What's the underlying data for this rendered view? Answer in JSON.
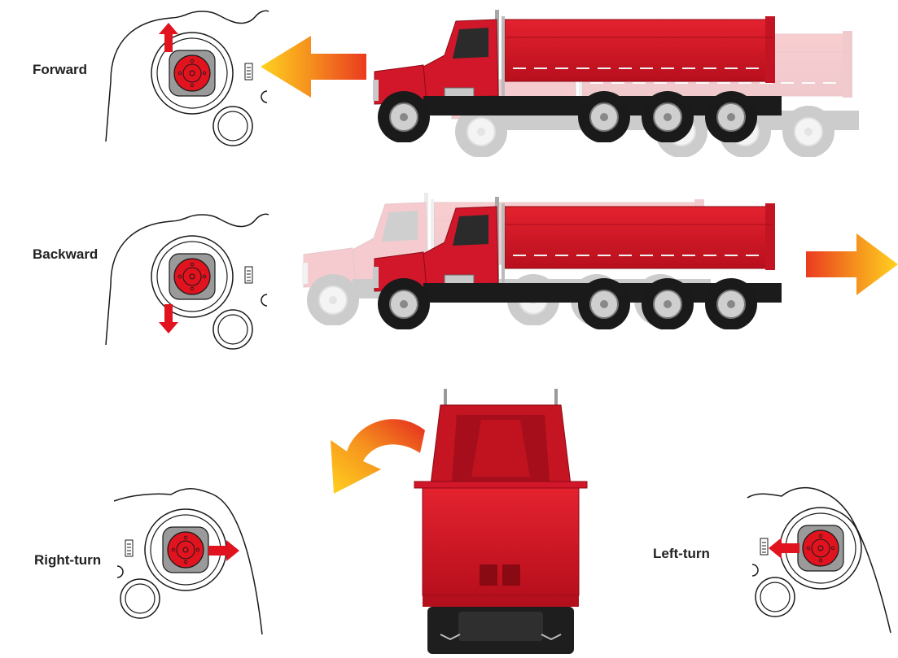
{
  "controls": {
    "forward": {
      "label": "Forward"
    },
    "backward": {
      "label": "Backward"
    },
    "right_turn": {
      "label": "Right-turn"
    },
    "left_turn": {
      "label": "Left-turn"
    }
  },
  "icons": {
    "remote": "remote-control-icon",
    "joystick": "joystick-icon",
    "direction_arrow": "red-arrow-icon",
    "motion_arrow": "gradient-arrow-icon",
    "truck_side": "dump-truck-side-icon",
    "truck_rear": "dump-truck-rear-icon",
    "turn_arrow": "curved-turn-arrow-icon"
  },
  "colors": {
    "truck_red": "#d3172a",
    "control_red": "#e0131f",
    "arrow_orange": "#f25a1c",
    "arrow_yellow": "#ffcc22",
    "outline": "#1a1a1a"
  }
}
